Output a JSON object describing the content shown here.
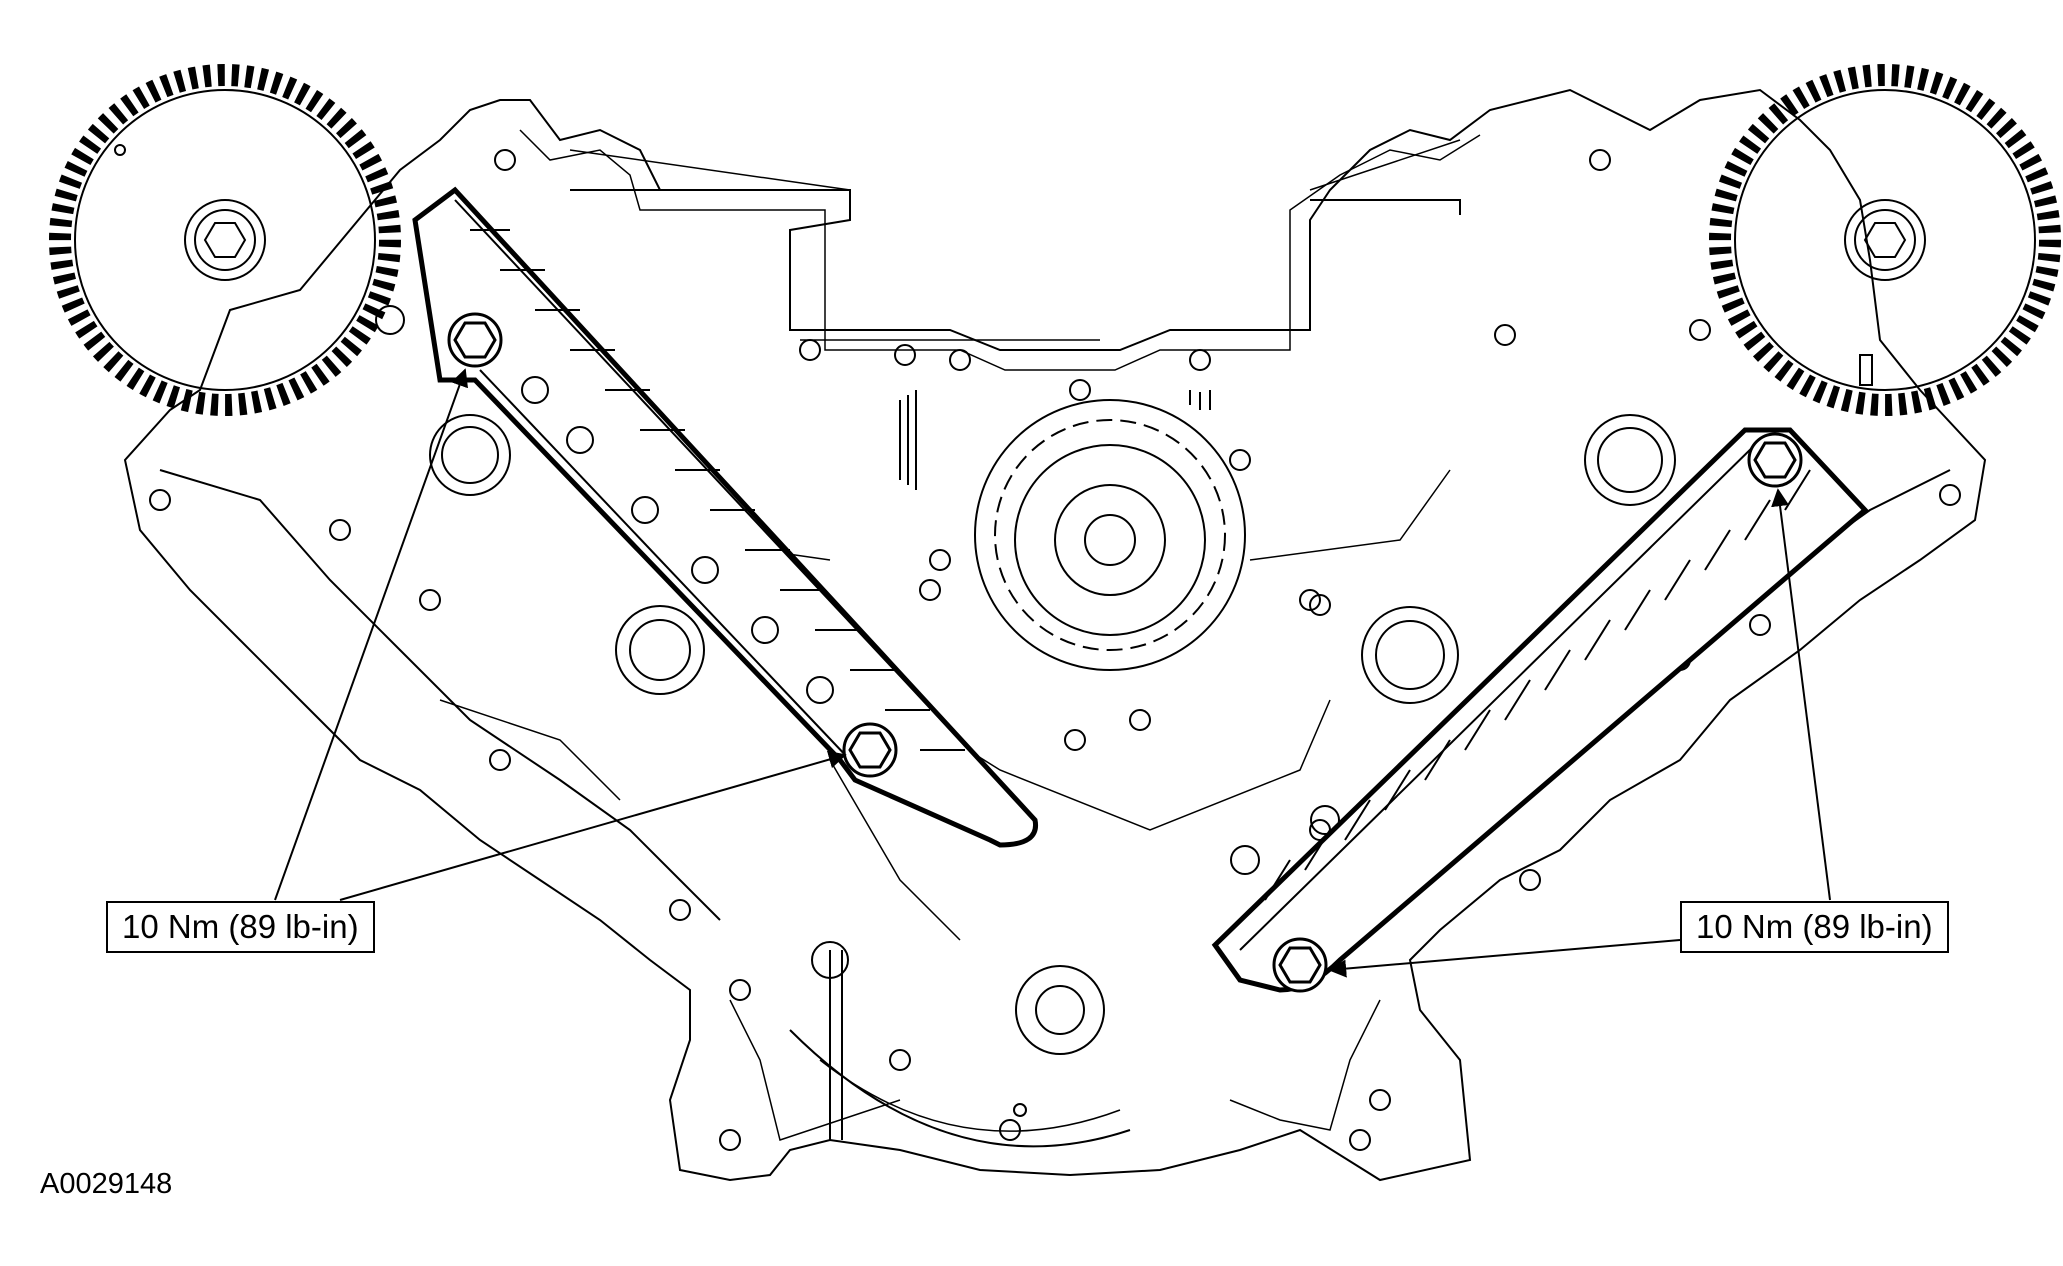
{
  "callouts": {
    "left": "10 Nm (89 lb-in)",
    "right": "10 Nm (89 lb-in)"
  },
  "figure_id": "A0029148",
  "colors": {
    "line": "#000000",
    "background": "#ffffff"
  }
}
